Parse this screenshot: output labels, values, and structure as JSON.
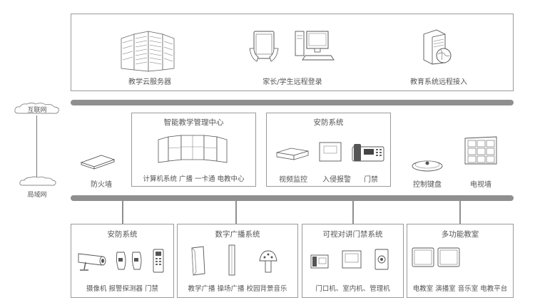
{
  "top": {
    "cloud_server": "教学云服务器",
    "remote_login": "家长/学生远程登录",
    "edu_access": "教育系统远程接入"
  },
  "network": {
    "internet": "互联网",
    "lan": "局域网"
  },
  "middle": {
    "firewall": "防火墙",
    "center_title": "智能教学管理中心",
    "center_items": "计算机系统 广播 一卡通 电教中心",
    "security_title": "安防系统",
    "video": "视频监控",
    "intrusion": "入侵报警",
    "door": "门禁",
    "keyboard": "控制键盘",
    "tvwall": "电视墙"
  },
  "bottom": {
    "security_title": "安防系统",
    "security_items": "摄像机 报警探测器 门禁",
    "broadcast_title": "数字广播系统",
    "broadcast_items": "教学广播 操场广播 校园背景音乐",
    "intercom_title": "可视对讲门禁系统",
    "intercom_items": "门口机、室内机、管理机",
    "multimedia_title": "多功能教室",
    "multimedia_items": "电教室 演播室 音乐室 电教平台"
  }
}
